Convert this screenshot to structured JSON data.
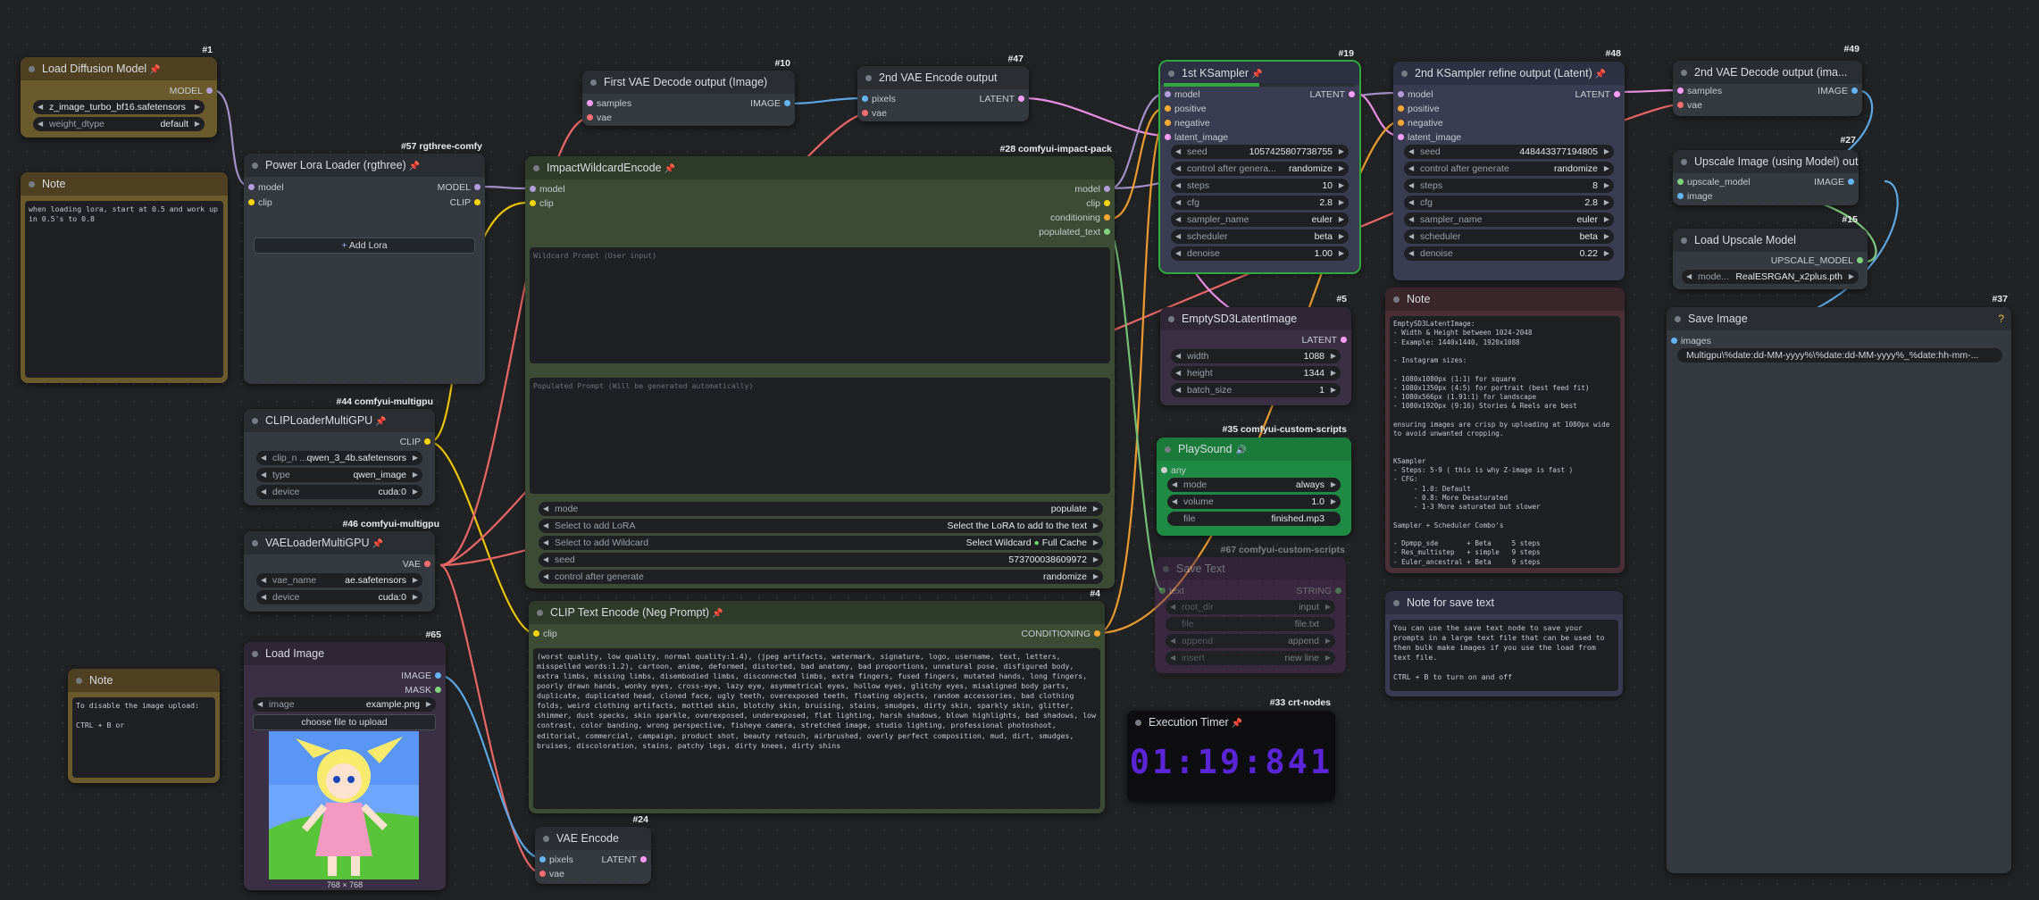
{
  "colors": {
    "canvas": "#202224",
    "model": "#b39ddb",
    "clip": "#ffd500",
    "vae": "#ff6e6e",
    "latent": "#ff9cf9",
    "image": "#64b5f6",
    "conditioning": "#ffa931",
    "selected": "#2fa83f"
  },
  "nodes": {
    "load_diffusion": {
      "badge": "#1",
      "title": "Load Diffusion Model",
      "out_model": "MODEL",
      "w_unet_value": "z_image_turbo_bf16.safetensors",
      "w_dtype_label": "weight_dtype",
      "w_dtype_value": "default"
    },
    "note1": {
      "title": "Note",
      "text": "when loading lora, start at 0.5 and work up in 0.5's to 0.8"
    },
    "power_lora": {
      "badge": "#57 rgthree-comfy",
      "title": "Power Lora Loader (rgthree)",
      "in_model": "model",
      "in_clip": "clip",
      "out_model": "MODEL",
      "out_clip": "CLIP",
      "add_lora": "Add Lora"
    },
    "clip_loader": {
      "badge": "#44 comfyui-multigpu",
      "title": "CLIPLoaderMultiGPU",
      "out_clip": "CLIP",
      "w_clip_label": "clip_n ...",
      "w_clip_value": "qwen_3_4b.safetensors",
      "w_type_label": "type",
      "w_type_value": "qwen_image",
      "w_device_label": "device",
      "w_device_value": "cuda:0"
    },
    "vae_loader": {
      "badge": "#46 comfyui-multigpu",
      "title": "VAELoaderMultiGPU",
      "out_vae": "VAE",
      "w_vae_label": "vae_name",
      "w_vae_value": "ae.safetensors",
      "w_device_label": "device",
      "w_device_value": "cuda:0"
    },
    "load_image": {
      "badge": "#65",
      "title": "Load Image",
      "out_image": "IMAGE",
      "out_mask": "MASK",
      "w_image_label": "image",
      "w_image_value": "example.png",
      "upload": "choose file to upload",
      "dims": "768 × 768"
    },
    "note2": {
      "title": "Note",
      "text": "To disable the image upload:\n\nCTRL + B or"
    },
    "vae_decode1": {
      "badge": "#10",
      "title": "First VAE Decode output (Image)",
      "in_samples": "samples",
      "in_vae": "vae",
      "out_image": "IMAGE"
    },
    "vae_encode2": {
      "badge": "#47",
      "title": "2nd VAE Encode output",
      "in_pixels": "pixels",
      "in_vae": "vae",
      "out_latent": "LATENT"
    },
    "wildcard": {
      "badge": "#28 comfyui-impact-pack",
      "title": "ImpactWildcardEncode",
      "in_model": "model",
      "in_clip": "clip",
      "out_model": "model",
      "out_clip": "clip",
      "out_cond": "conditioning",
      "out_text": "populated_text",
      "ph_wildcard": "Wildcard Prompt (User input)",
      "ph_populated": "Populated Prompt (Will be generated automatically)",
      "w_mode_label": "mode",
      "w_mode_value": "populate",
      "w_lora_label": "Select to add LoRA",
      "w_lora_value": "Select the LoRA to add to the text",
      "w_wild_label": "Select to add Wildcard",
      "w_wild_value": "Select Wildcard",
      "w_cache": "Full Cache",
      "w_seed_label": "seed",
      "w_seed_value": "573700038609972",
      "w_ctrl_label": "control after generate",
      "w_ctrl_value": "randomize"
    },
    "clip_neg": {
      "badge": "#4",
      "title": "CLIP Text Encode (Neg Prompt)",
      "in_clip": "clip",
      "out_cond": "CONDITIONING",
      "text": "(worst quality, low quality, normal quality:1.4), (jpeg artifacts, watermark, signature, logo, username, text, letters, misspelled words:1.2), cartoon, anime, deformed, distorted, bad anatomy, bad proportions, unnatural pose, disfigured body, extra limbs, missing limbs, disembodied limbs, disconnected limbs, extra fingers, fused fingers, mutated hands, long fingers, poorly drawn hands, wonky eyes, cross-eye, lazy eye, asymmetrical eyes, hollow eyes, glitchy eyes, misaligned body parts, duplicate, duplicated head, cloned face, ugly teeth, overexposed teeth, floating objects, random accessories, bad clothing folds, weird clothing artifacts, mottled skin, blotchy skin, bruising, stains, smudges, dirty skin, sparkly skin, glitter, shimmer, dust specks, skin sparkle, overexposed, underexposed, flat lighting, harsh shadows, blown highlights, bad shadows, low contrast, color banding, wrong perspective, fisheye camera, stretched image, studio lighting, professional photoshoot, editorial, commercial, campaign, product shot, beauty retouch, airbrushed, overly perfect composition, mud, dirt, smudges, bruises, discoloration, stains, patchy legs, dirty knees, dirty shins"
    },
    "vae_encode": {
      "badge": "#24",
      "title": "VAE Encode",
      "in_pixels": "pixels",
      "in_vae": "vae",
      "out_latent": "LATENT"
    },
    "ksampler1": {
      "badge": "#19",
      "title": "1st KSampler",
      "in_model": "model",
      "in_pos": "positive",
      "in_neg": "negative",
      "in_latent": "latent_image",
      "out_latent": "LATENT",
      "seed_label": "seed",
      "seed": "1057425807738755",
      "ctrl_label": "control after genera...",
      "ctrl": "randomize",
      "steps_label": "steps",
      "steps": "10",
      "cfg_label": "cfg",
      "cfg": "2.8",
      "sampler_label": "sampler_name",
      "sampler": "euler",
      "sched_label": "scheduler",
      "sched": "beta",
      "denoise_label": "denoise",
      "denoise": "1.00",
      "progress": 0.5
    },
    "ksampler2": {
      "badge": "#48",
      "title": "2nd KSampler refine output (Latent)",
      "in_model": "model",
      "in_pos": "positive",
      "in_neg": "negative",
      "in_latent": "latent_image",
      "out_latent": "LATENT",
      "seed_label": "seed",
      "seed": "448443377194805",
      "ctrl_label": "control after generate",
      "ctrl": "randomize",
      "steps_label": "steps",
      "steps": "8",
      "cfg_label": "cfg",
      "cfg": "2.8",
      "sampler_label": "sampler_name",
      "sampler": "euler",
      "sched_label": "scheduler",
      "sched": "beta",
      "denoise_label": "denoise",
      "denoise": "0.22"
    },
    "vae_decode2": {
      "badge": "#49",
      "title": "2nd VAE Decode output (ima...",
      "in_samples": "samples",
      "in_vae": "vae",
      "out_image": "IMAGE"
    },
    "upscale_image": {
      "badge": "#27",
      "title": "Upscale Image (using Model) output",
      "in_model": "upscale_model",
      "in_image": "image",
      "out_image": "IMAGE"
    },
    "upscale_model": {
      "badge": "#15",
      "title": "Load Upscale Model",
      "out": "UPSCALE_MODEL",
      "w_label": "mode...",
      "w_value": "RealESRGAN_x2plus.pth"
    },
    "save_image": {
      "badge": "#37",
      "title": "Save Image",
      "help": "?",
      "in_images": "images",
      "w_prefix": "Multigpu\\%date:dd-MM-yyyy%\\%date:dd-MM-yyyy%_%date:hh-mm-..."
    },
    "empty_latent": {
      "badge": "#5",
      "title": "EmptySD3LatentImage",
      "out_latent": "LATENT",
      "w_width_label": "width",
      "w_width": "1088",
      "w_height_label": "height",
      "w_height": "1344",
      "w_batch_label": "batch_size",
      "w_batch": "1"
    },
    "note3": {
      "title": "Note",
      "text": "EmptySD3LatentImage:\n- Width & Height between 1024-2048\n- Example: 1440x1440, 1920x1088\n\n- Instagram sizes:\n\n- 1080x1080px (1:1) for square\n- 1080x1350px (4:5) for portrait (best feed fit)\n- 1080x566px (1.91:1) for landscape\n- 1080x1920px (9:16) Stories & Reels are best\n\nensuring images are crisp by uploading at 1080px wide to avoid unwanted cropping.\n\n\nKSampler\n- Steps: 5-9 ( this is why Z-image is fast )\n- CFG:\n     - 1.0: Default\n     - 0.8: More Desaturated\n     - 1-3 More saturated but slower\n\nSampler + Scheduler Combo's\n\n- Dpmpp_sde       + Beta     5 steps\n- Res_multistep   + simple   9 steps\n- Euler_ancestral + Beta     9 steps"
    },
    "playsound": {
      "badge": "#35 comfyui-custom-scripts",
      "title": "PlaySound",
      "in_any": "any",
      "w_mode_label": "mode",
      "w_mode": "always",
      "w_volume_label": "volume",
      "w_volume": "1.0",
      "w_file_label": "file",
      "w_file": "finished.mp3"
    },
    "save_text": {
      "badge": "#67 comfyui-custom-scripts",
      "title": "Save Text",
      "in_text": "text",
      "out_string": "STRING",
      "w_root_label": "root_dir",
      "w_root": "input",
      "w_file_label": "file",
      "w_file": "file.txt",
      "w_append_label": "append",
      "w_append": "append",
      "w_insert_label": "insert",
      "w_insert": "new line"
    },
    "note4": {
      "title": "Note for save text",
      "text": "You can use the save text node to save your prompts in a large text file that can be used to then bulk make images if you use the load from text file.\n\nCTRL + B to turn on and off"
    },
    "timer": {
      "badge": "#33 crt-nodes",
      "title": "Execution Timer",
      "value": "01:19:841"
    }
  }
}
